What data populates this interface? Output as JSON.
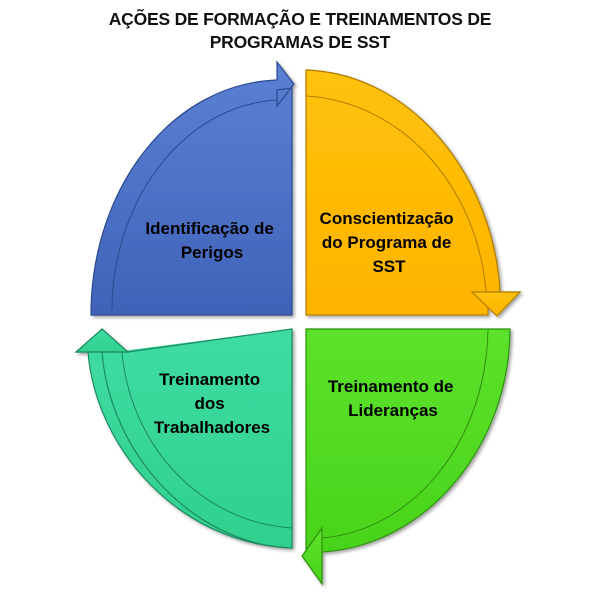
{
  "title": {
    "line1": "AÇÕES DE FORMAÇÃO E TREINAMENTOS DE",
    "line2": "PROGRAMAS DE SST"
  },
  "quadrants": {
    "top_left": {
      "lines": [
        "Identificação de",
        "Perigos"
      ],
      "color": "#4a6fc4"
    },
    "top_right": {
      "lines": [
        "Conscientização",
        "do Programa de",
        "SST"
      ],
      "color": "#ffc000"
    },
    "bottom_right": {
      "lines": [
        "Treinamento de",
        "Lideranças"
      ],
      "color": "#55dd22"
    },
    "bottom_left": {
      "lines": [
        "Treinamento",
        "dos",
        "Trabalhadores"
      ],
      "color": "#38d89a"
    }
  }
}
